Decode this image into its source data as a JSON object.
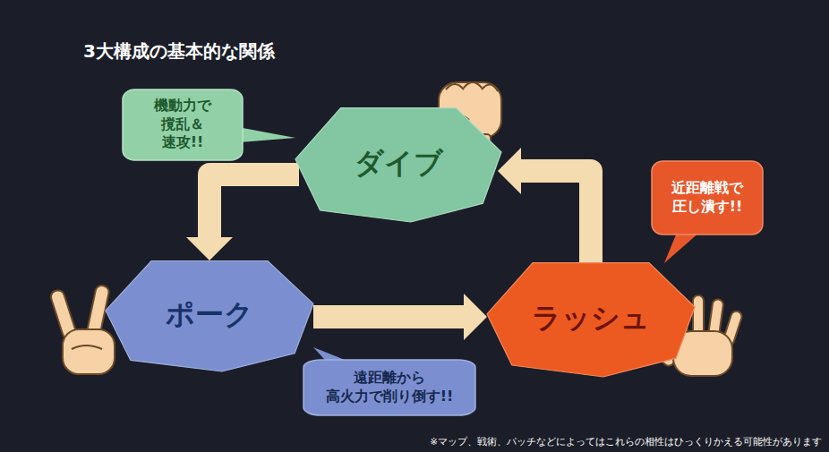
{
  "diagram": {
    "title": "3大構成の基本的な関係",
    "nodes": [
      {
        "text": [
          "機動力で 撹乱＆速攻!!"
        ]
      },
      {
        "text": [
          "ダイブ"
        ]
      },
      {
        "text": [
          "近距離戦で 圧し潰す!!"
        ]
      },
      {
        "text": [
          "ポーク"
        ]
      },
      {
        "text": [
          "ラッシュ"
        ]
      },
      {
        "text": [
          "遠距離から 高火力で削り倒す!!"
        ]
      }
    ],
    "edges": [
      {
        "from": 1,
        "to": 3,
        "arrow": "to"
      },
      {
        "from": 3,
        "to": 4,
        "arrow": "to"
      },
      {
        "from": 4,
        "to": 1,
        "arrow": "to"
      }
    ],
    "labels": [
      "※マップ、戦術、パッチなどによってはこれらの相性はひっくりかえる可能性があります"
    ]
  }
}
